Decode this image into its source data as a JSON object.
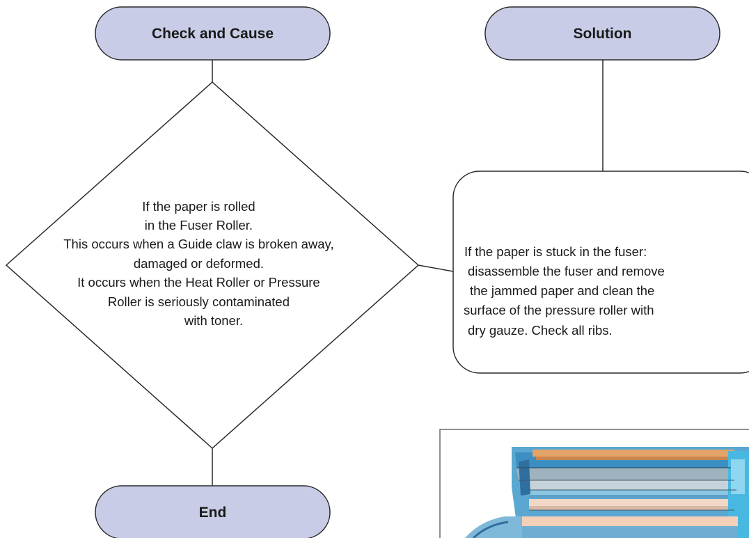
{
  "colors": {
    "terminal_fill": "#c8cce6",
    "stroke": "#2a2a2a",
    "background": "#ffffff"
  },
  "terminals": {
    "check_and_cause": "Check and Cause",
    "solution": "Solution",
    "end": "End"
  },
  "decision": {
    "lines": [
      "If the paper is rolled",
      "in the Fuser Roller.",
      "This occurs when a Guide claw is broken away,",
      "damaged or deformed.",
      "It occurs when the Heat Roller or Pressure",
      "Roller is seriously contaminated",
      "with toner."
    ]
  },
  "solution_box": {
    "lines": [
      "If the paper is stuck in the fuser:",
      "disassemble the fuser and remove",
      "the jammed paper and clean the",
      "surface of the pressure roller with",
      "dry gauze. Check all ribs."
    ]
  },
  "photo": {
    "icon": "fuser-unit-photo"
  }
}
